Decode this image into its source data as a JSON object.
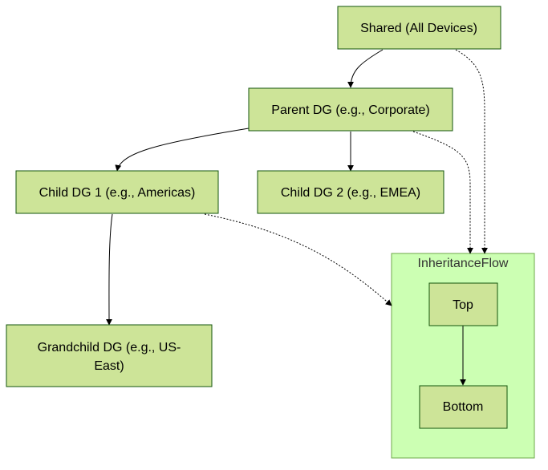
{
  "diagram": {
    "nodes": {
      "shared": "Shared (All Devices)",
      "parent": "Parent DG (e.g., Corporate)",
      "child1": "Child DG 1 (e.g., Americas)",
      "child2": "Child DG 2 (e.g., EMEA)",
      "grandchild_line1": "Grandchild DG (e.g., US-",
      "grandchild_line2": "East)",
      "top": "Top",
      "bottom": "Bottom"
    },
    "cluster": {
      "title": "InheritanceFlow"
    },
    "edges": [
      {
        "from": "Shared (All Devices)",
        "to": "Parent DG (e.g., Corporate)",
        "style": "solid"
      },
      {
        "from": "Parent DG (e.g., Corporate)",
        "to": "Child DG 1 (e.g., Americas)",
        "style": "solid"
      },
      {
        "from": "Parent DG (e.g., Corporate)",
        "to": "Child DG 2 (e.g., EMEA)",
        "style": "solid"
      },
      {
        "from": "Child DG 1 (e.g., Americas)",
        "to": "Grandchild DG (e.g., US-East)",
        "style": "solid"
      },
      {
        "from": "Top",
        "to": "Bottom",
        "style": "solid"
      },
      {
        "from": "Shared (All Devices)",
        "to": "InheritanceFlow",
        "style": "dotted"
      },
      {
        "from": "Parent DG (e.g., Corporate)",
        "to": "InheritanceFlow",
        "style": "dotted"
      },
      {
        "from": "Child DG 1 (e.g., Americas)",
        "to": "InheritanceFlow",
        "style": "dotted"
      }
    ],
    "colors": {
      "node_fill": "#cde498",
      "node_stroke": "#13540c",
      "cluster_fill": "#ccffb3",
      "cluster_stroke": "#6eaa49"
    }
  }
}
